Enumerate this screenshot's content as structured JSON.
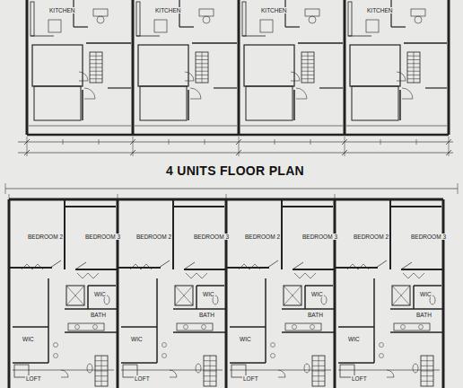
{
  "diagram": {
    "title": "4 UNITS FLOOR PLAN",
    "labels": [
      "KITCHEN",
      "KITCHEN",
      "KITCHEN",
      "KITCHEN",
      "BEDROOM 2",
      "BEDROOM 3",
      "WIC",
      "WIC",
      "BATH",
      "LOFT",
      "BEDROOM 2",
      "BEDROOM 3",
      "WIC",
      "WIC",
      "BATH",
      "LOFT",
      "BEDROOM 2",
      "BEDROOM 3",
      "WIC",
      "WIC",
      "BATH",
      "LOFT",
      "BEDROOM 2",
      "BEDROOM 3",
      "WIC",
      "WIC",
      "BATH",
      "LOFT"
    ]
  }
}
